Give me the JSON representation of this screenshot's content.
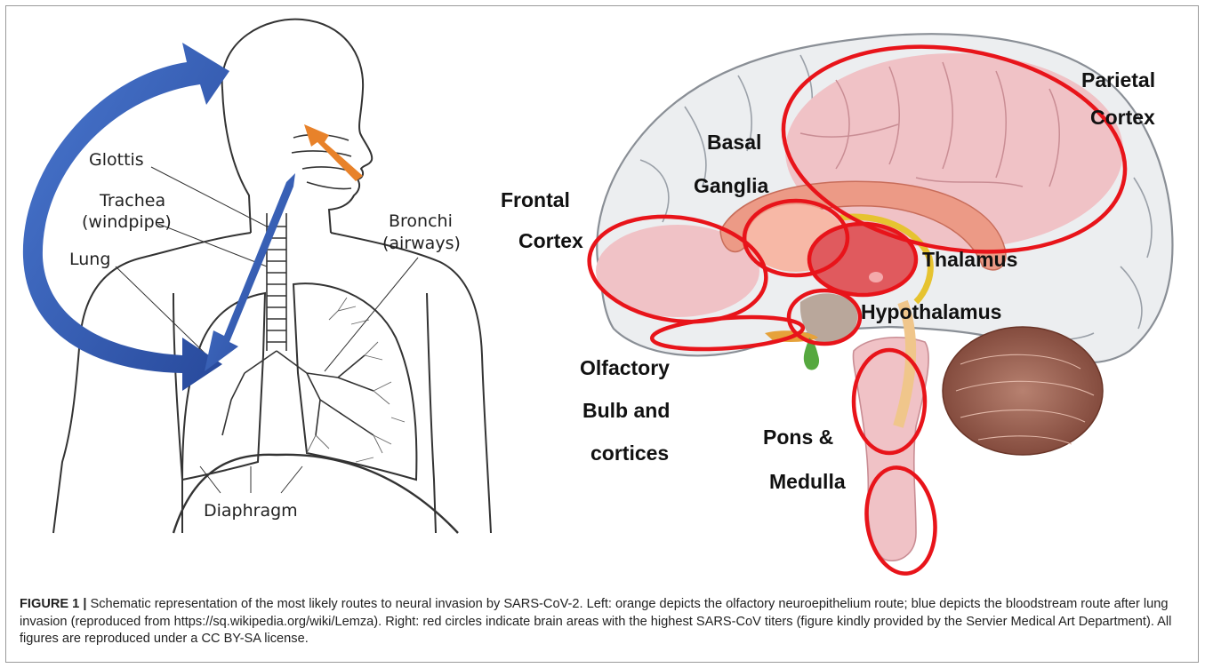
{
  "left_diagram": {
    "labels": {
      "glottis": "Glottis",
      "trachea": "Trachea",
      "windpipe": "(windpipe)",
      "lung": "Lung",
      "bronchi": "Bronchi",
      "airways": "(airways)",
      "diaphragm": "Diaphragm"
    },
    "colors": {
      "olfactory_route": "#e8822a",
      "bloodstream_route": "#3a63b8"
    }
  },
  "brain_diagram": {
    "labels": {
      "parietal_1": "Parietal",
      "parietal_2": "Cortex",
      "basal_1": "Basal",
      "basal_2": "Ganglia",
      "frontal_1": "Frontal",
      "frontal_2": "Cortex",
      "thalamus": "Thalamus",
      "hypothalamus": "Hypothalamus",
      "olfactory_1": "Olfactory",
      "olfactory_2": "Bulb and",
      "olfactory_3": "cortices",
      "pons_1": "Pons &",
      "pons_2": "Medulla"
    },
    "colors": {
      "highlight_circle": "#e8141a"
    }
  },
  "caption": {
    "figure_label": "FIGURE 1 |",
    "text": " Schematic representation of the most likely routes to neural invasion by SARS-CoV-2. Left: orange depicts the olfactory neuroepithelium route; blue depicts the bloodstream route after lung invasion (reproduced from https://sq.wikipedia.org/wiki/Lemza). Right: red circles indicate brain areas with the highest SARS-CoV titers (figure kindly provided by the Servier Medical Art Department). All figures are reproduced under a CC BY-SA license."
  }
}
